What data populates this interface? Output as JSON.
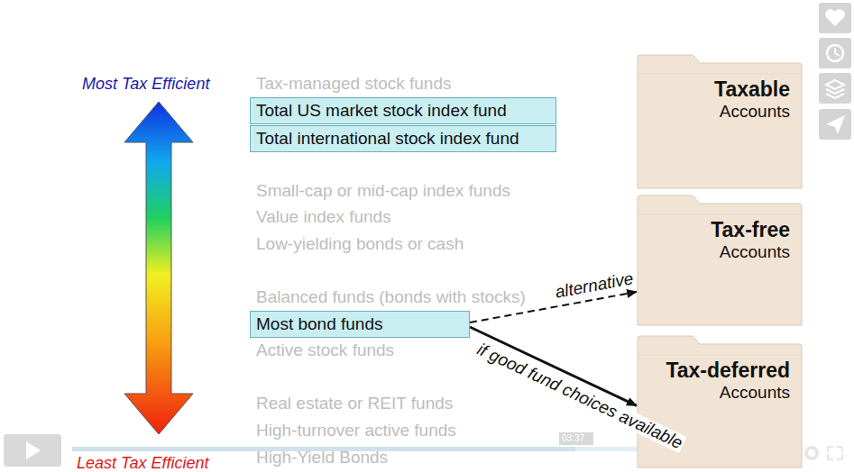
{
  "diagram": {
    "nodes": [
      {
        "text": [
          "Total US market stock index fund"
        ]
      },
      {
        "text": [
          "Total international stock index fund"
        ]
      },
      {
        "text": [
          "Most bond funds"
        ]
      },
      {
        "text": [
          "Taxable",
          "Accounts"
        ]
      },
      {
        "text": [
          "Tax-free",
          "Accounts"
        ]
      },
      {
        "text": [
          "Tax-deferred",
          "Accounts"
        ]
      }
    ],
    "edges": [
      {
        "from": 2,
        "to": 4,
        "arrow": "to",
        "label": "alternative"
      },
      {
        "from": 2,
        "to": 5,
        "arrow": "to",
        "label": "if good fund choices available"
      }
    ],
    "labels": [
      "Most Tax Efficient",
      "Tax-managed stock funds",
      "Small-cap or mid-cap index funds",
      "Value index funds",
      "Low-yielding bonds or cash",
      "Balanced funds (bonds with stocks)",
      "Active stock funds",
      "Real estate or REIT funds",
      "High-turnover active funds",
      "High-Yield Bonds",
      "Least Tax Efficient",
      "03:37"
    ]
  }
}
